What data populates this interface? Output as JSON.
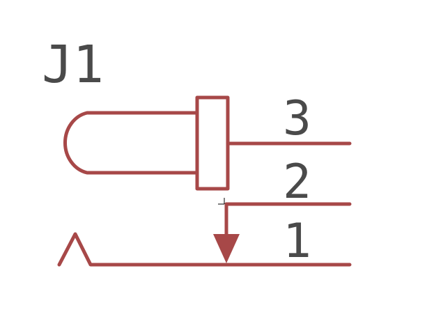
{
  "designator": "J1",
  "pins": [
    {
      "number": "3"
    },
    {
      "number": "2"
    },
    {
      "number": "1"
    }
  ],
  "colors": {
    "symbol": "#a74848",
    "text": "#4a4a4a",
    "background": "#ffffff",
    "junction_mark": "#000000"
  }
}
